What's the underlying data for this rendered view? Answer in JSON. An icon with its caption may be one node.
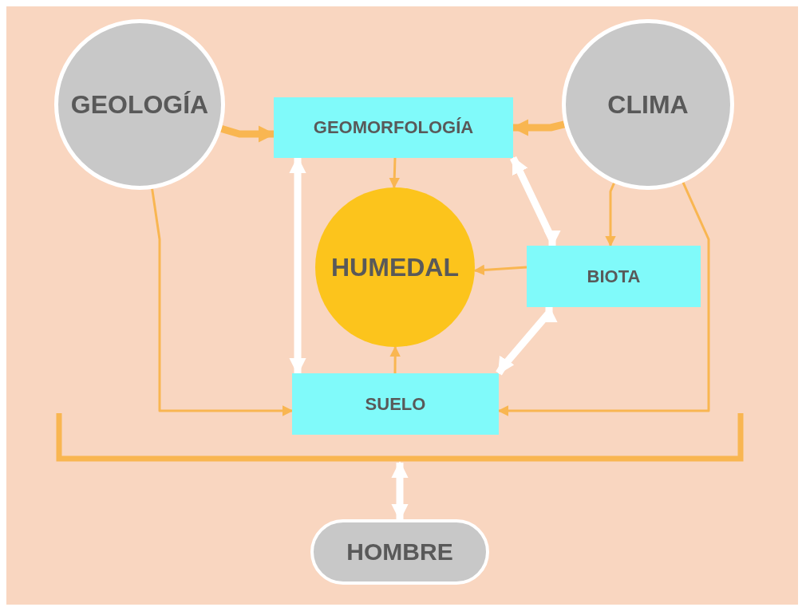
{
  "diagram": {
    "nodes": [
      {
        "text": [
          "GEOLOGÍA"
        ]
      },
      {
        "text": [
          "CLIMA"
        ]
      },
      {
        "text": [
          "GEOMORFOLOGÍA"
        ]
      },
      {
        "text": [
          "HUMEDAL"
        ]
      },
      {
        "text": [
          "BIOTA"
        ]
      },
      {
        "text": [
          "SUELO"
        ]
      },
      {
        "text": [
          "HOMBRE"
        ]
      },
      {
        "text": [],
        "shape": "bar"
      }
    ],
    "edges": [
      {
        "from": 0,
        "to": 2,
        "arrow": "to",
        "style": "thick"
      },
      {
        "from": 1,
        "to": 2,
        "arrow": "to",
        "style": "thick"
      },
      {
        "from": 2,
        "to": 3,
        "arrow": "to"
      },
      {
        "from": 2,
        "to": 5,
        "arrow": "both",
        "style": "thick",
        "color": "#ffffff"
      },
      {
        "from": 2,
        "to": 4,
        "arrow": "both",
        "style": "thick",
        "color": "#ffffff"
      },
      {
        "from": 1,
        "to": 4,
        "arrow": "to"
      },
      {
        "from": 4,
        "to": 3,
        "arrow": "to"
      },
      {
        "from": 4,
        "to": 5,
        "arrow": "both",
        "style": "thick",
        "color": "#ffffff"
      },
      {
        "from": 5,
        "to": 3,
        "arrow": "to"
      },
      {
        "from": 0,
        "to": 5,
        "arrow": "to"
      },
      {
        "from": 1,
        "to": 5,
        "arrow": "to"
      },
      {
        "from": 6,
        "to": 7,
        "arrow": "both",
        "style": "thick",
        "color": "#ffffff"
      }
    ]
  }
}
